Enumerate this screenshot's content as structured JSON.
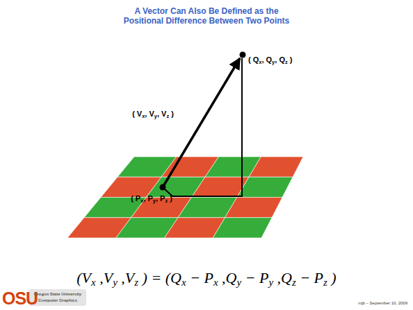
{
  "diagram": {
    "title": "A Vector Can Also Be Defined as the Positional Difference Between Two Points",
    "labels": [
      "( Qx, Qy, Qz )",
      "( Vx, Vy, Vz )",
      "( Px, Py, Pz )",
      "(Vx ,Vy ,Vz ) = (Qx − Px ,Qy − Py ,Qz − Pz )",
      "OSU",
      "Oregon State University",
      "Computer Graphics",
      "mjb – September 10, 2009"
    ]
  }
}
